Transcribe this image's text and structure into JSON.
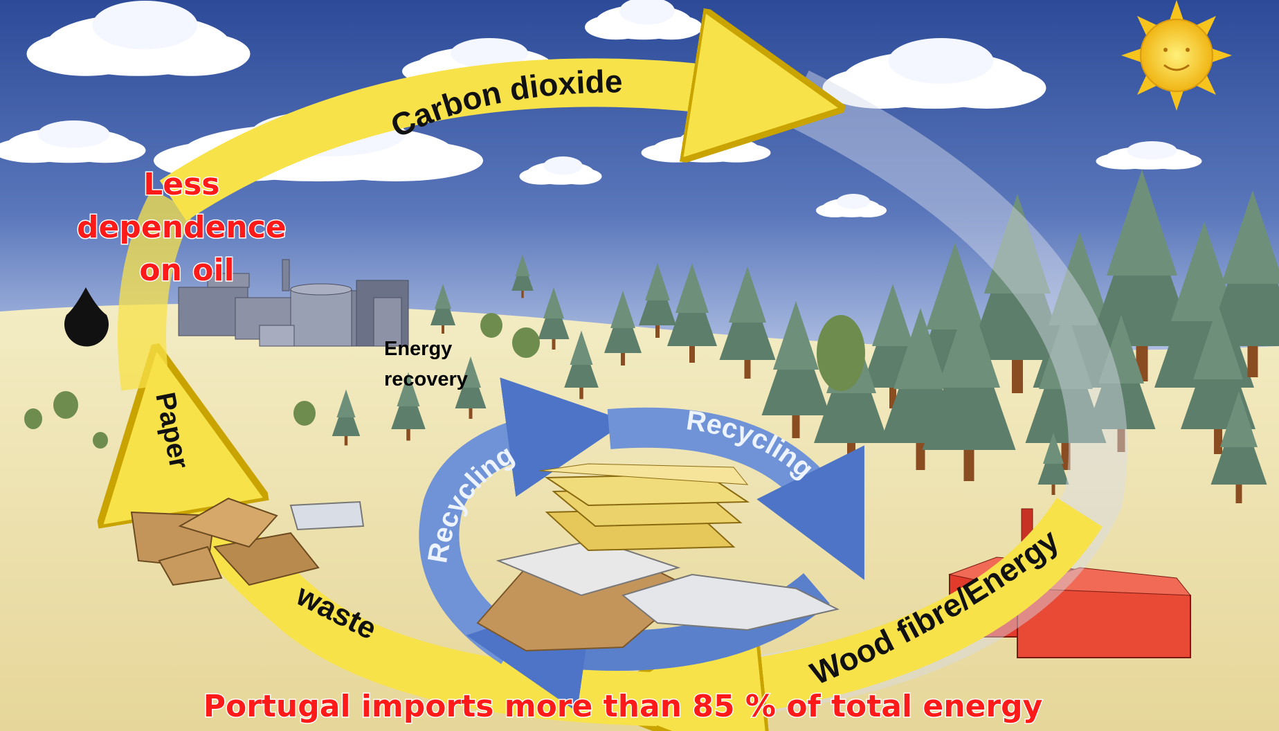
{
  "labels": {
    "carbon_dioxide": "Carbon dioxide",
    "paper": "Paper",
    "waste": "waste",
    "wood_fibre_energy": "Wood fibre/Energy",
    "recycling_left": "Recycling",
    "recycling_right": "Recycling",
    "energy_recovery_line1": "Energy",
    "energy_recovery_line2": "recovery",
    "less_dependence_line1": "Less",
    "less_dependence_line2": "dependence",
    "less_dependence_line3": "on oil",
    "portugal_imports": "Portugal imports more than 85 % of total energy"
  },
  "colors": {
    "sky_top": "#2f4f9c",
    "sky_bottom": "#b9c8e8",
    "ground": "#eee3a8",
    "cycle_arrow": "#f7e24a",
    "recycle_arrow": "#6f93d6",
    "highlight_text": "#ff1a1a",
    "factory_red": "#e23b2b",
    "sun": "#f6c41d"
  },
  "icons": [
    "sun-icon",
    "oil-drop-icon",
    "mill-building-icon",
    "factory-icon",
    "paper-stack-icon",
    "cardboard-box-icon",
    "tree-icon",
    "cloud-icon"
  ]
}
